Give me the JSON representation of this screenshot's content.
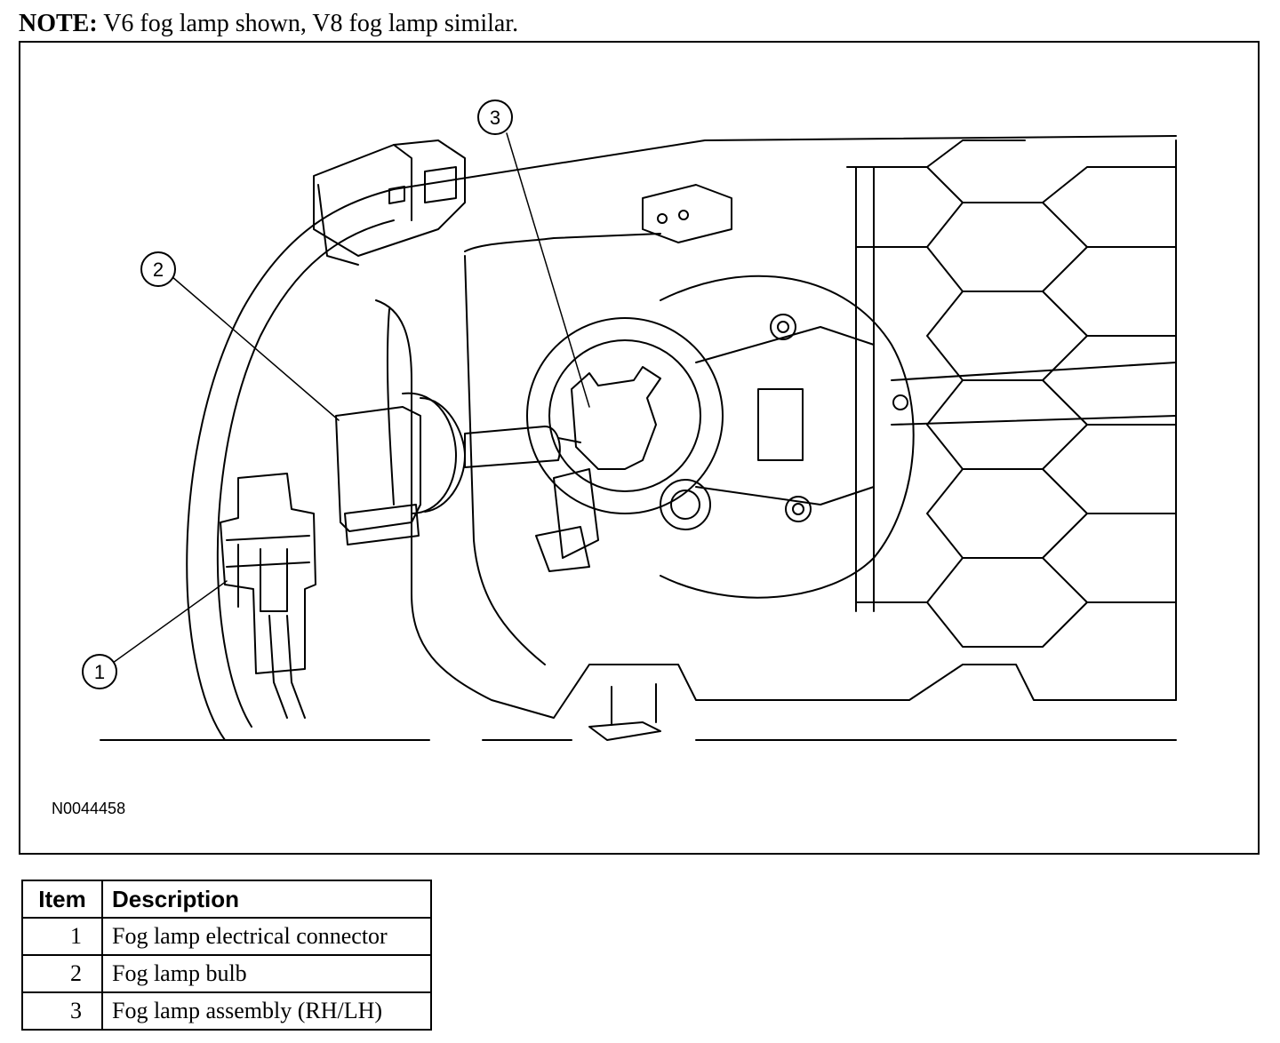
{
  "note": {
    "label": "NOTE:",
    "text": "V6 fog lamp shown, V8 fog lamp similar."
  },
  "figure": {
    "figure_id": "N0044458",
    "callouts": [
      "1",
      "2",
      "3"
    ]
  },
  "legend": {
    "headers": {
      "item": "Item",
      "description": "Description"
    },
    "rows": [
      {
        "item": "1",
        "description": "Fog lamp electrical connector"
      },
      {
        "item": "2",
        "description": "Fog lamp bulb"
      },
      {
        "item": "3",
        "description": "Fog lamp assembly (RH/LH)"
      }
    ]
  }
}
